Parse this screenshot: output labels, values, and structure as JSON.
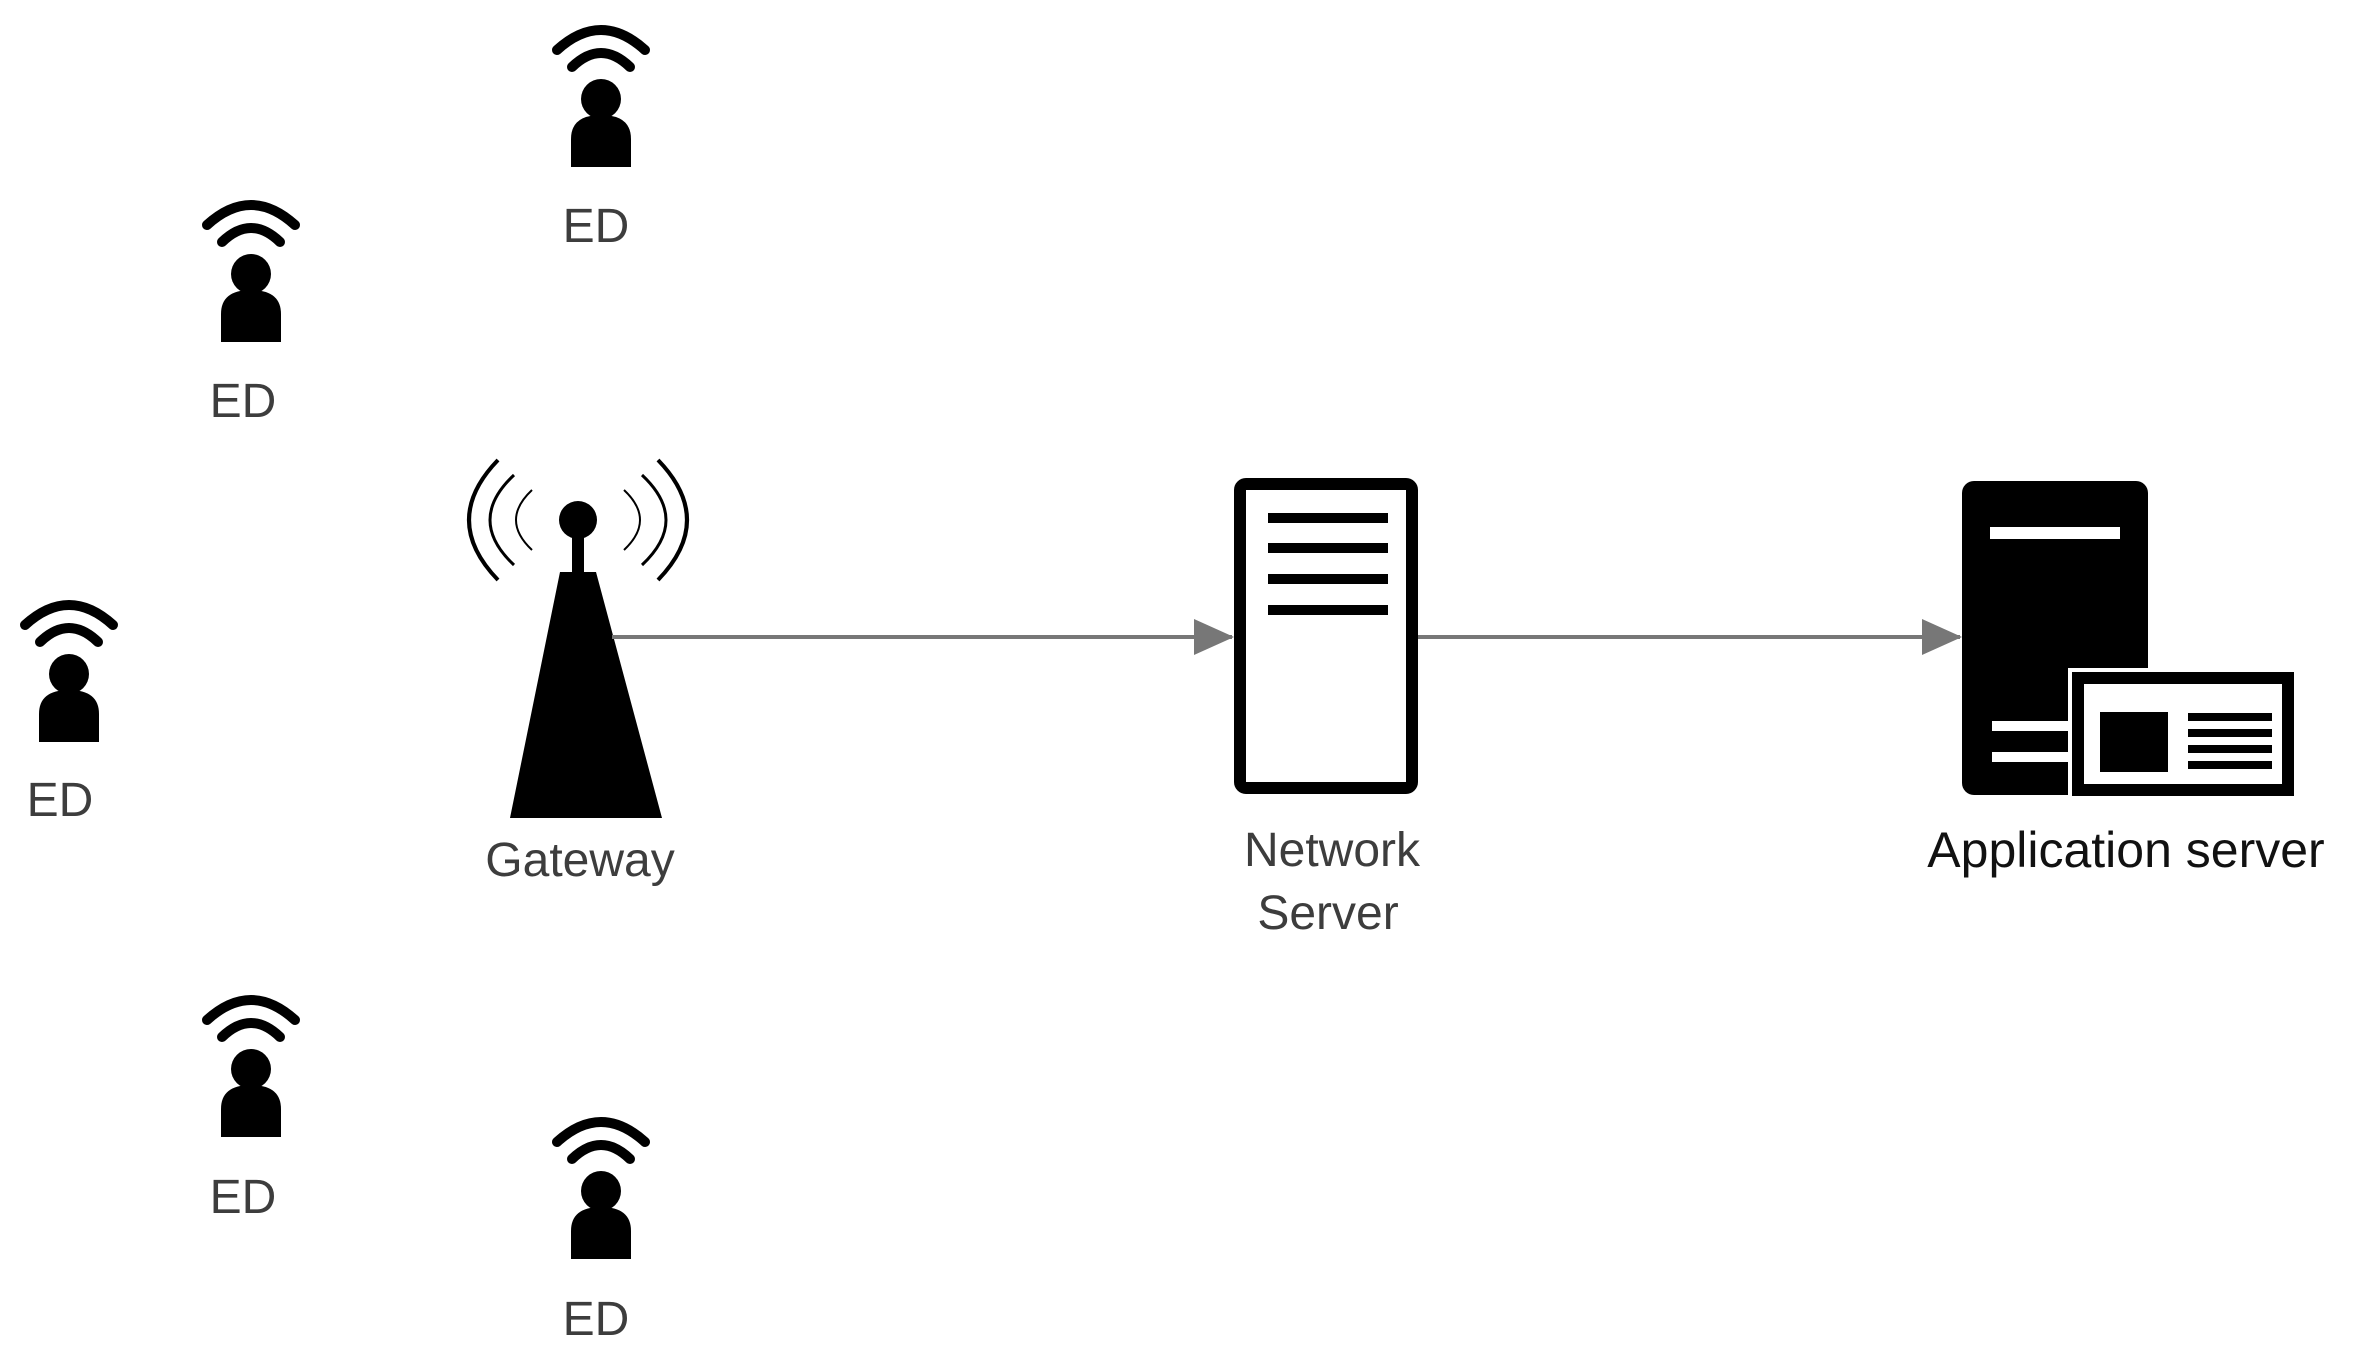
{
  "diagram": {
    "end_devices": [
      {
        "label": "ED"
      },
      {
        "label": "ED"
      },
      {
        "label": "ED"
      },
      {
        "label": "ED"
      },
      {
        "label": "ED"
      }
    ],
    "gateway": {
      "label": "Gateway",
      "icon": "radio-tower-icon"
    },
    "network_server": {
      "label_line1": "Network",
      "label_line2": "Server",
      "icon": "server-rack-icon"
    },
    "application_server": {
      "label": "Application server",
      "icon": "application-server-icon"
    },
    "edges": [
      {
        "from": "Gateway",
        "to": "Network Server"
      },
      {
        "from": "Network Server",
        "to": "Application server"
      }
    ],
    "colors": {
      "icon": "#000000",
      "arrow": "#777777",
      "label": "#3d3d3d"
    }
  }
}
